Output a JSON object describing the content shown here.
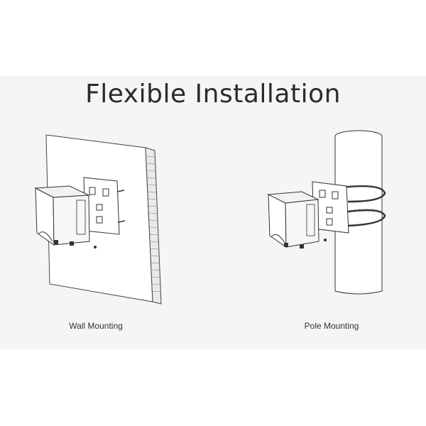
{
  "title": "Flexible Installation",
  "options": [
    {
      "label": "Wall Mounting",
      "icon": "wall-mount-illustration"
    },
    {
      "label": "Pole Mounting",
      "icon": "pole-mount-illustration"
    }
  ],
  "colors": {
    "panel_bg": "#f4f5f4",
    "line": "#3a3a3a",
    "text": "#2b2b2b"
  }
}
